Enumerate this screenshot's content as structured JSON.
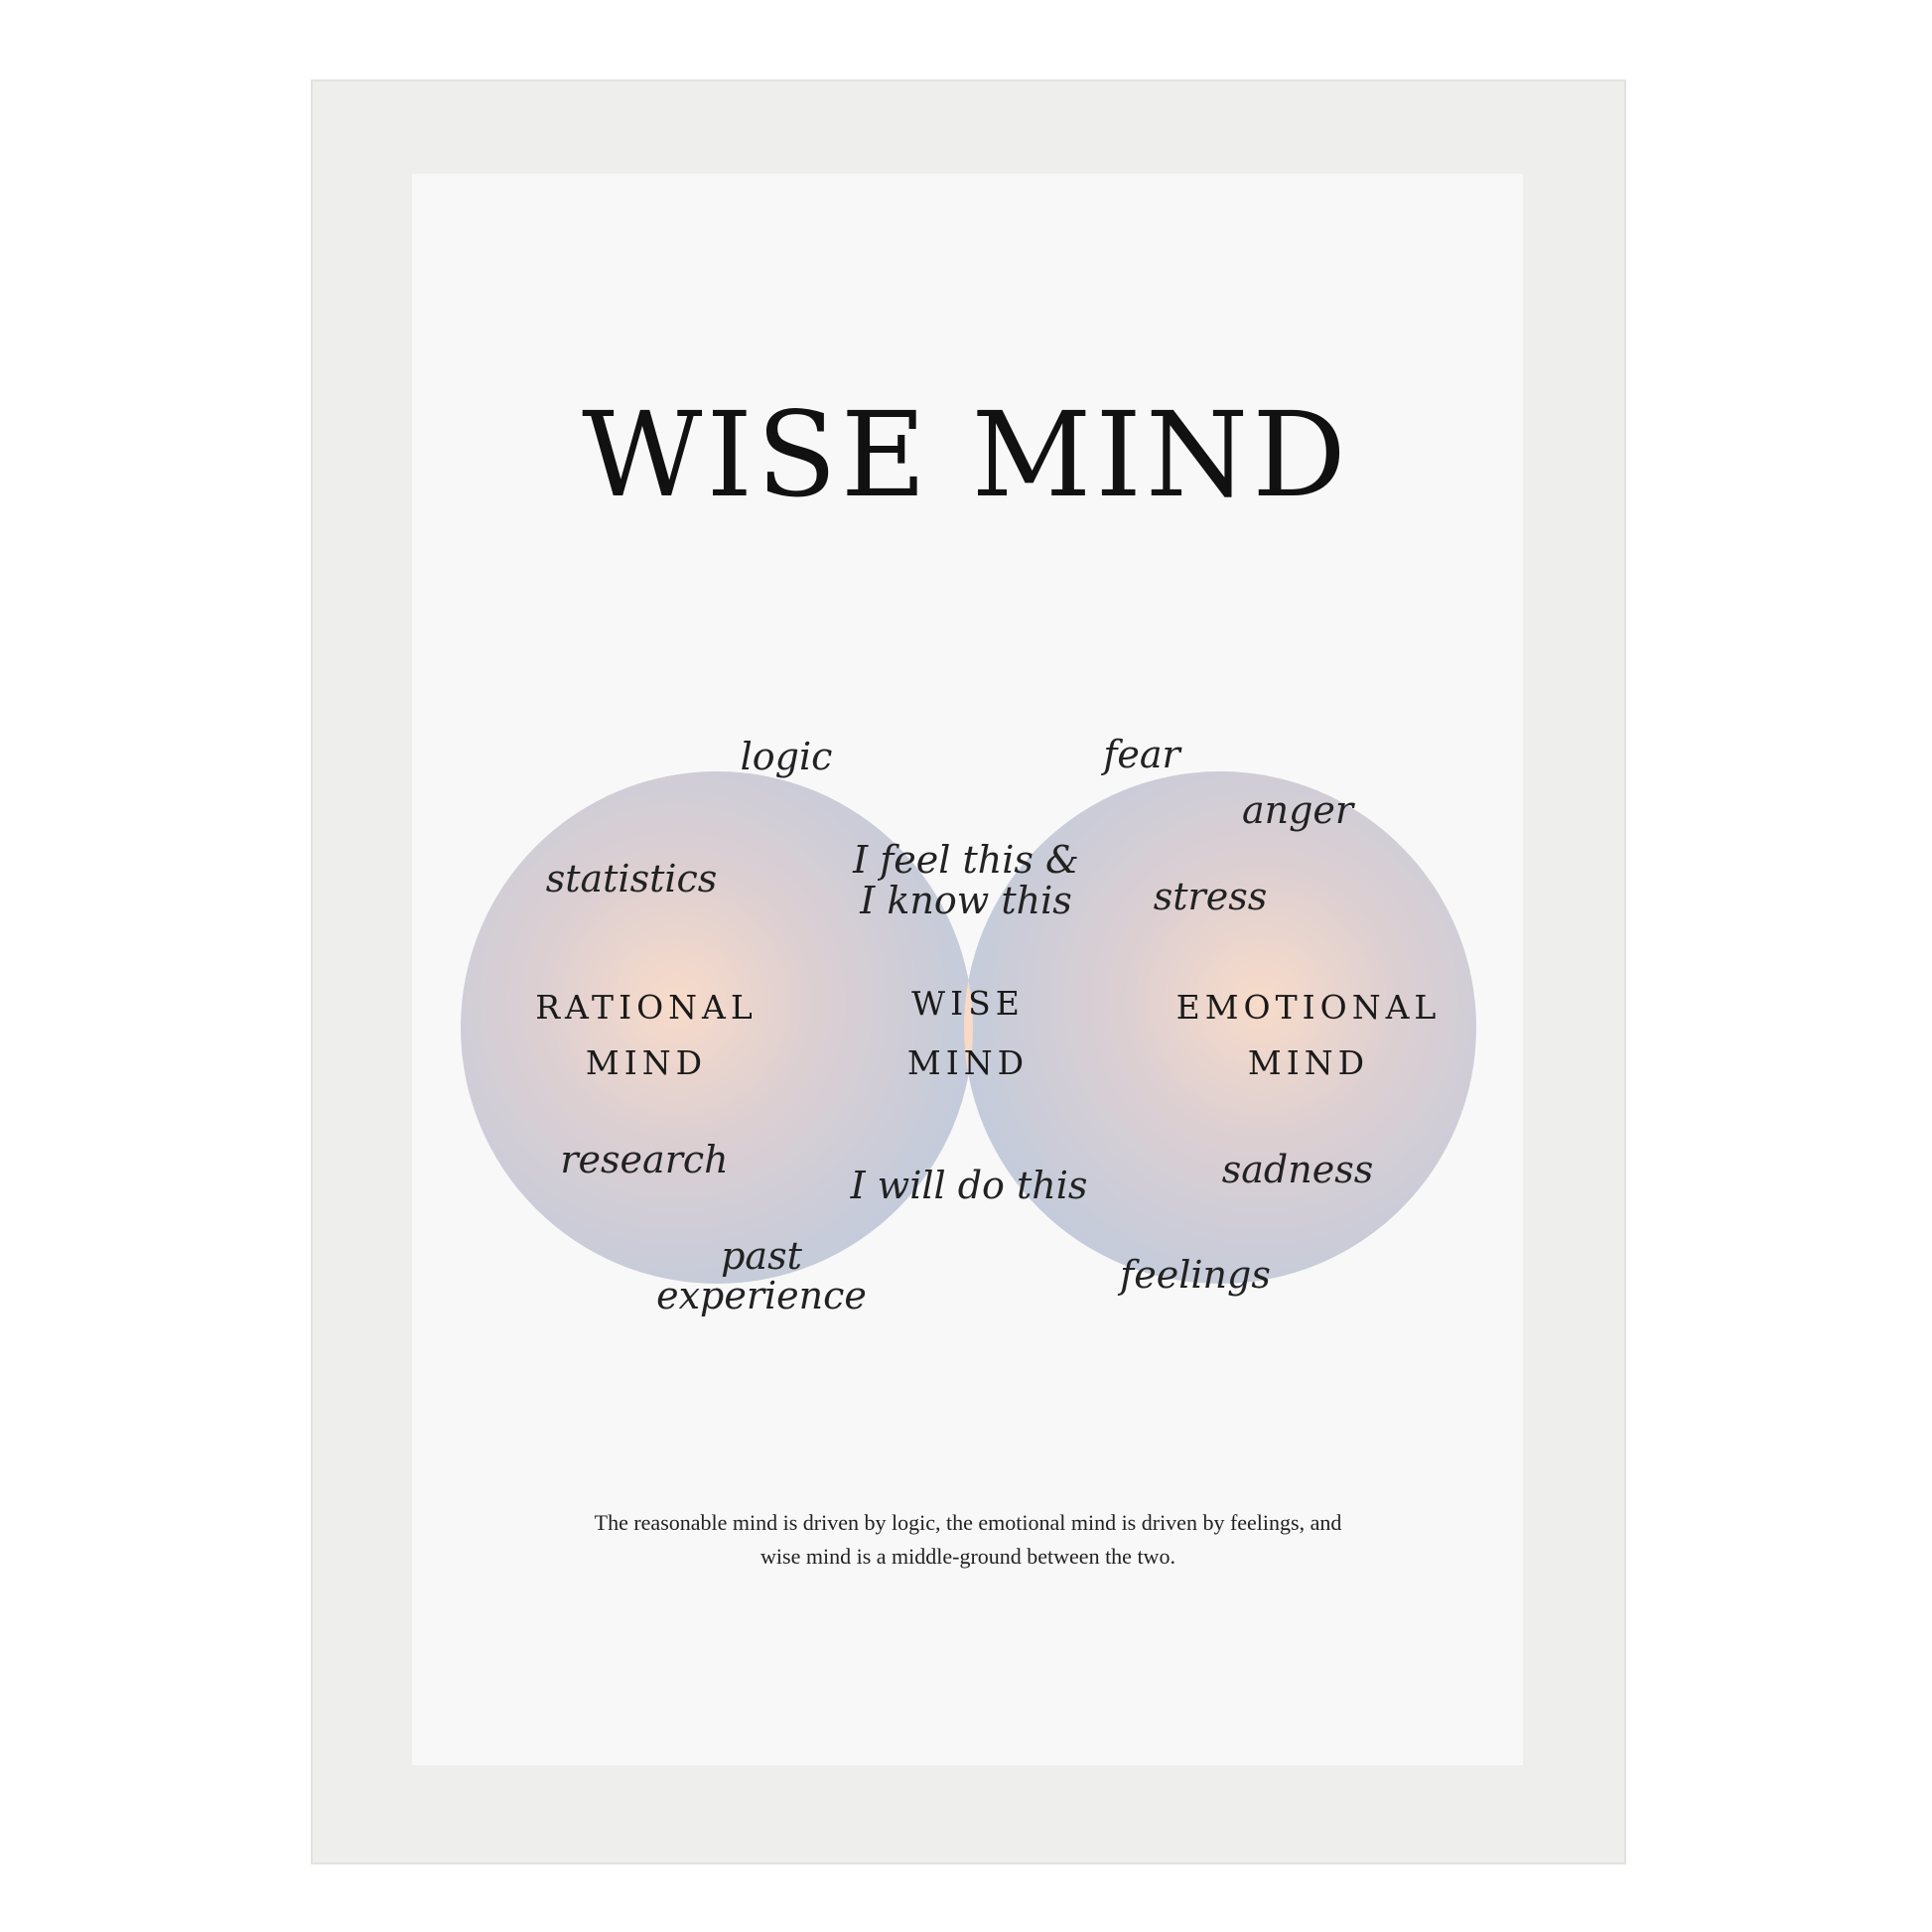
{
  "title": "WISE MIND",
  "colors": {
    "frame": "#eeeeec",
    "paper": "#f8f8f8",
    "circle_edge": "#c3cbdb",
    "circle_warm": "#f6d9c9",
    "lens": "#f7dac8",
    "lens_center": "#c9cfe0"
  },
  "left": {
    "label_line1": "RATIONAL",
    "label_line2": "MIND",
    "words": [
      "logic",
      "statistics",
      "research",
      "past",
      "experience"
    ]
  },
  "center": {
    "label_line1": "WISE",
    "label_line2": "MIND",
    "top_line1": "I feel this &",
    "top_line2": "I know this",
    "bottom": "I will do this"
  },
  "right": {
    "label_line1": "EMOTIONAL",
    "label_line2": "MIND",
    "words": [
      "fear",
      "anger",
      "stress",
      "sadness",
      "feelings"
    ]
  },
  "caption": {
    "line1": "The reasonable mind is driven by logic, the emotional mind is driven by feelings, and",
    "line2": "wise mind is a middle-ground between the two."
  }
}
